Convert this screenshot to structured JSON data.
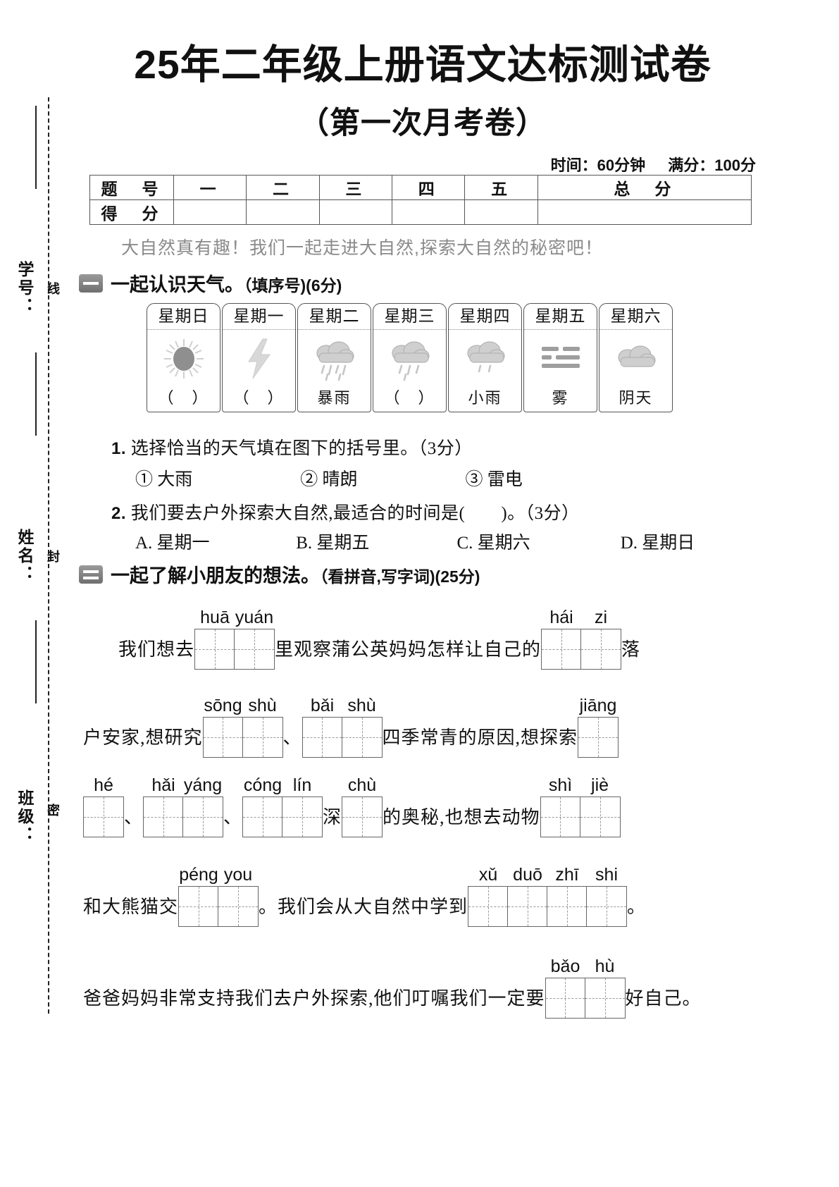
{
  "title": "25年二年级上册语文达标测试卷",
  "subtitle": "（第一次月考卷）",
  "meta": {
    "time": "时间：60分钟",
    "full_score": "满分：100分"
  },
  "score_table": {
    "row_label_1": "题　号",
    "row_label_2": "得　分",
    "columns": [
      "一",
      "二",
      "三",
      "四",
      "五",
      "总　分"
    ]
  },
  "intro": "大自然真有趣！我们一起走进大自然,探索大自然的秘密吧！",
  "sidebar": {
    "student_id": "学号：",
    "name": "姓名：",
    "class": "班级：",
    "seal_1": "线",
    "seal_2": "封",
    "seal_3": "密"
  },
  "section1": {
    "heading": "一起认识天气。",
    "heading_note": "（填序号)(6分)",
    "weather": [
      {
        "day": "星期日",
        "icon": "sun-icon",
        "label": "（　）"
      },
      {
        "day": "星期一",
        "icon": "lightning-icon",
        "label": "（　）"
      },
      {
        "day": "星期二",
        "icon": "heavy-rain-icon",
        "label": "暴雨"
      },
      {
        "day": "星期三",
        "icon": "rain-icon",
        "label": "（　）"
      },
      {
        "day": "星期四",
        "icon": "light-rain-icon",
        "label": "小雨"
      },
      {
        "day": "星期五",
        "icon": "fog-icon",
        "label": "雾"
      },
      {
        "day": "星期六",
        "icon": "cloudy-icon",
        "label": "阴天"
      }
    ],
    "q1": {
      "no": "1.",
      "text": "选择恰当的天气填在图下的括号里。（3分）"
    },
    "q1_options": [
      "① 大雨",
      "② 晴朗",
      "③ 雷电"
    ],
    "q2": {
      "no": "2.",
      "text": "我们要去户外探索大自然,最适合的时间是(　　)。（3分）"
    },
    "q2_options": [
      "A. 星期一",
      "B. 星期五",
      "C. 星期六",
      "D. 星期日"
    ]
  },
  "section2": {
    "heading": "一起了解小朋友的想法。",
    "heading_note": "（看拼音,写字词)(25分)",
    "lines": [
      {
        "parts": [
          {
            "type": "text",
            "value": "我们想去"
          },
          {
            "type": "grid",
            "pinyin": [
              "huā",
              "yuán"
            ]
          },
          {
            "type": "text",
            "value": "里观察蒲公英妈妈怎样让自己的"
          },
          {
            "type": "grid",
            "pinyin": [
              "hái",
              "zi"
            ]
          },
          {
            "type": "text",
            "value": "落"
          }
        ]
      },
      {
        "parts": [
          {
            "type": "text",
            "value": "户安家,想研究"
          },
          {
            "type": "grid",
            "pinyin": [
              "sōng",
              "shù"
            ]
          },
          {
            "type": "text",
            "value": "、"
          },
          {
            "type": "grid",
            "pinyin": [
              "bǎi",
              "shù"
            ]
          },
          {
            "type": "text",
            "value": "四季常青的原因,想探索"
          },
          {
            "type": "grid",
            "pinyin": [
              "jiāng"
            ]
          }
        ]
      },
      {
        "parts": [
          {
            "type": "grid",
            "pinyin": [
              "hé"
            ]
          },
          {
            "type": "text",
            "value": "、"
          },
          {
            "type": "grid",
            "pinyin": [
              "hǎi",
              "yáng"
            ]
          },
          {
            "type": "text",
            "value": "、"
          },
          {
            "type": "grid",
            "pinyin": [
              "cóng",
              "lín"
            ]
          },
          {
            "type": "text",
            "value": "深"
          },
          {
            "type": "grid",
            "pinyin": [
              "chù"
            ]
          },
          {
            "type": "text",
            "value": "的奥秘,也想去动物"
          },
          {
            "type": "grid",
            "pinyin": [
              "shì",
              "jiè"
            ]
          }
        ]
      },
      {
        "parts": [
          {
            "type": "text",
            "value": "和大熊猫交"
          },
          {
            "type": "grid",
            "pinyin": [
              "péng",
              "you"
            ]
          },
          {
            "type": "text",
            "value": "。我们会从大自然中学到"
          },
          {
            "type": "grid",
            "pinyin": [
              "xǔ",
              "duō",
              "zhī",
              "shi"
            ]
          },
          {
            "type": "text",
            "value": "。"
          }
        ]
      },
      {
        "parts": [
          {
            "type": "text",
            "value": "爸爸妈妈非常支持我们去户外探索,他们叮嘱我们一定要"
          },
          {
            "type": "grid",
            "pinyin": [
              "bǎo",
              "hù"
            ]
          },
          {
            "type": "text",
            "value": "好自己。"
          }
        ]
      }
    ]
  }
}
